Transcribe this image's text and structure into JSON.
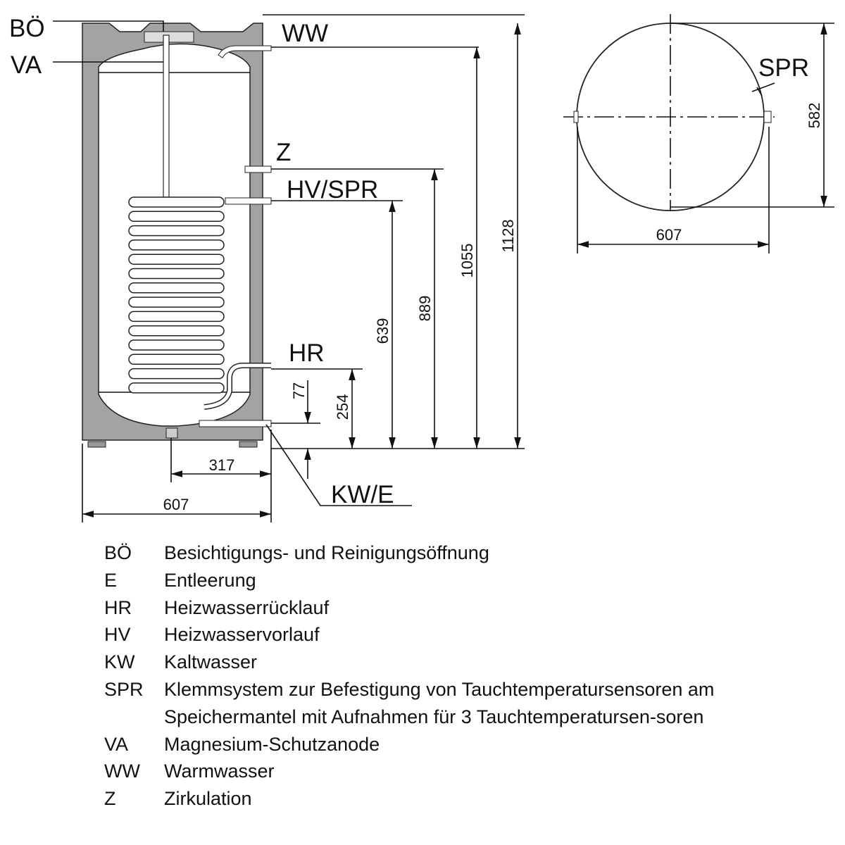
{
  "labels": {
    "bo": "BÖ",
    "va": "VA",
    "ww": "WW",
    "z": "Z",
    "hv_spr": "HV/SPR",
    "hr": "HR",
    "kw_e": "KW/E",
    "spr": "SPR"
  },
  "dimensions": {
    "d1128": "1128",
    "d1055": "1055",
    "d889": "889",
    "d639": "639",
    "d254": "254",
    "d77": "77",
    "d317": "317",
    "d607_bottom": "607",
    "d607_top": "607",
    "d582": "582"
  },
  "legend": [
    {
      "abbr": "BÖ",
      "desc": "Besichtigungs- und Reinigungsöffnung"
    },
    {
      "abbr": "E",
      "desc": "Entleerung"
    },
    {
      "abbr": "HR",
      "desc": "Heizwasserrücklauf"
    },
    {
      "abbr": "HV",
      "desc": "Heizwasservorlauf"
    },
    {
      "abbr": "KW",
      "desc": "Kaltwasser"
    },
    {
      "abbr": "SPR",
      "desc": "Klemmsystem zur Befestigung von Tauchtemperatursensoren am Speichermantel mit Aufnahmen für 3 Tauchtemperatursen-soren"
    },
    {
      "abbr": "VA",
      "desc": "Magnesium-Schutzanode"
    },
    {
      "abbr": "WW",
      "desc": "Warmwasser"
    },
    {
      "abbr": "Z",
      "desc": "Zirkulation"
    }
  ]
}
